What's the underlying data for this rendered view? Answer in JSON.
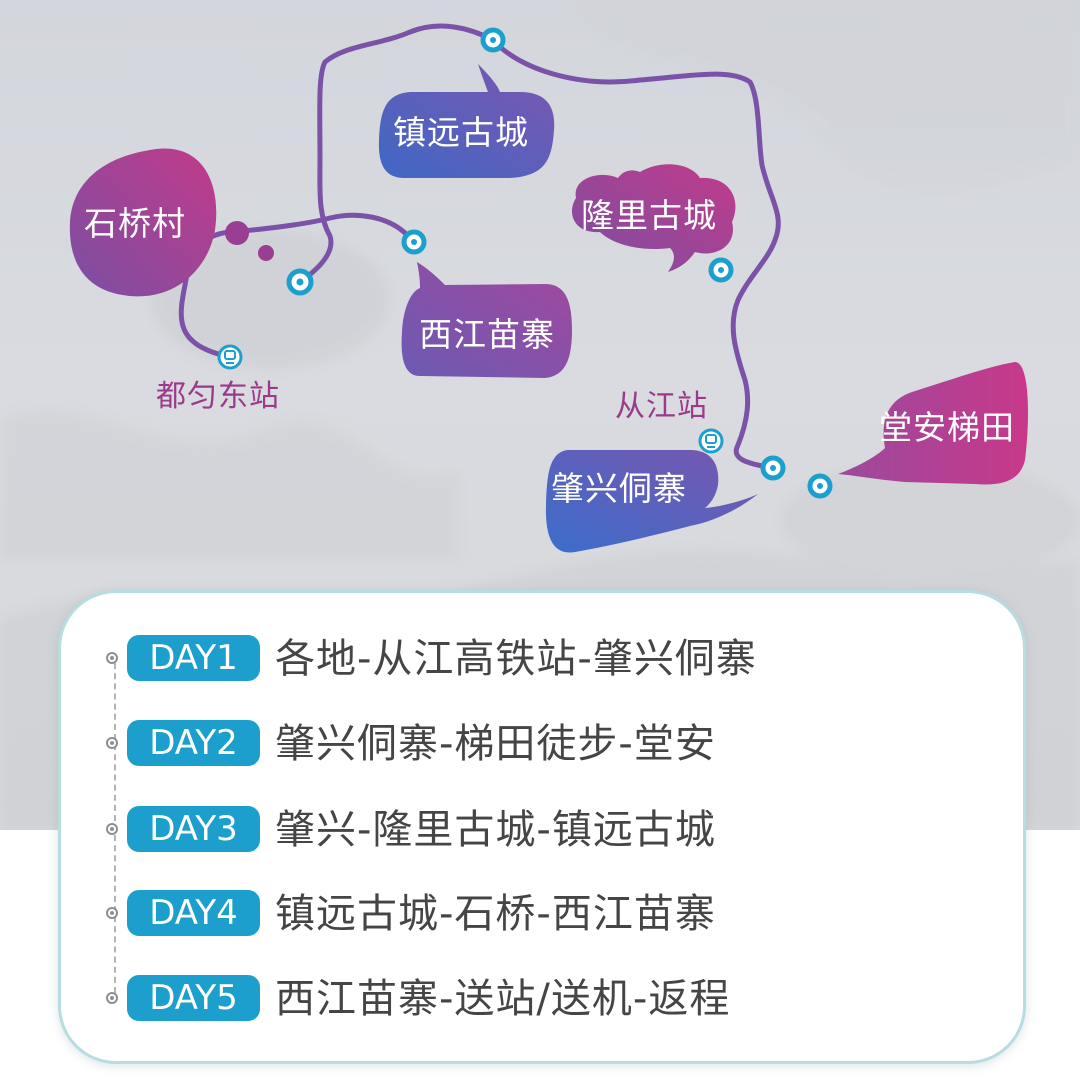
{
  "map": {
    "bubbles": {
      "zhenyuan": "镇远古城",
      "shiqiao": "石桥村",
      "longli": "隆里古城",
      "xijiang": "西江苗寨",
      "tangan": "堂安梯田",
      "zhaoxing": "肇兴侗寨"
    },
    "stations": {
      "duyun_east": "都匀东站",
      "congjiang": "从江站"
    }
  },
  "itinerary": {
    "days": [
      {
        "day": "DAY1",
        "route": "各地-从江高铁站-肇兴侗寨"
      },
      {
        "day": "DAY2",
        "route": "肇兴侗寨-梯田徒步-堂安"
      },
      {
        "day": "DAY3",
        "route": "肇兴-隆里古城-镇远古城"
      },
      {
        "day": "DAY4",
        "route": "镇远古城-石桥-西江苗寨"
      },
      {
        "day": "DAY5",
        "route": "西江苗寨-送站/送机-返程"
      }
    ]
  },
  "colors": {
    "route_line": "#7b52a8",
    "stop_marker": "#1c9fcc",
    "badge": "#1c9fcc",
    "bubble_gradient_start": "#3f68c4",
    "bubble_gradient_end": "#c23a8a",
    "station_label": "#9a3a8a"
  }
}
